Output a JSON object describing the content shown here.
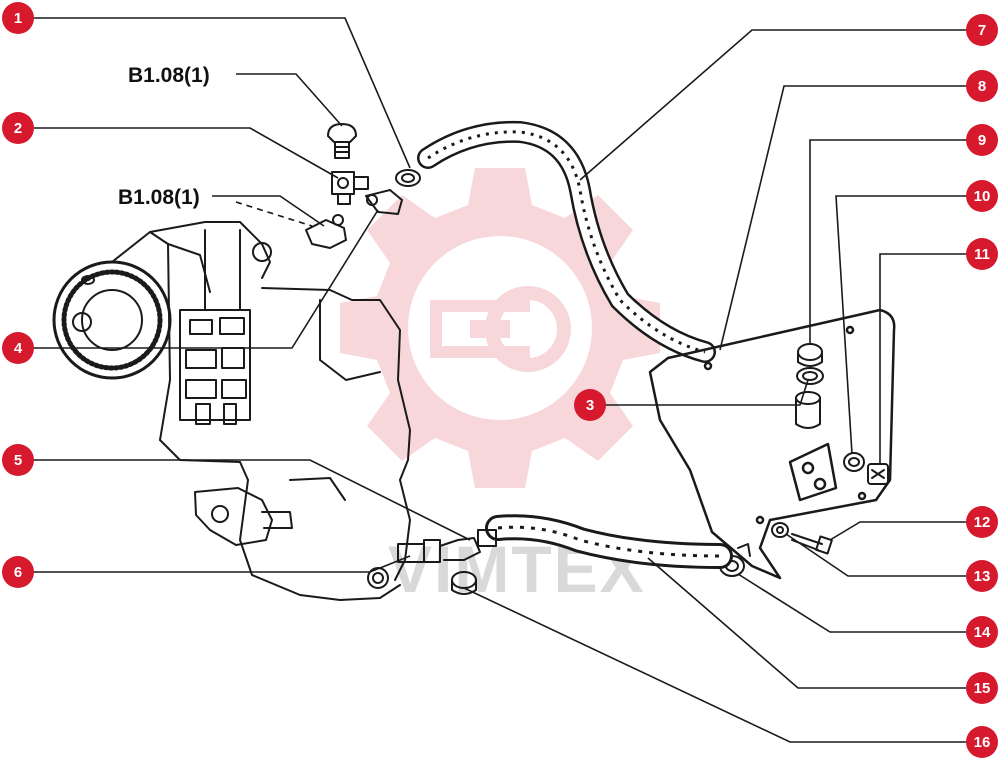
{
  "watermark": {
    "text": "VIMTEX",
    "color": "#f2b8bd"
  },
  "reference_labels": [
    "B1.08(1)",
    "B1.08(1)"
  ],
  "callouts": [
    "1",
    "2",
    "3",
    "4",
    "5",
    "6",
    "7",
    "8",
    "9",
    "10",
    "11",
    "12",
    "13",
    "14",
    "15",
    "16"
  ],
  "colors": {
    "callout_fill": "#d7192d",
    "line_ink": "#1a1a1a"
  }
}
